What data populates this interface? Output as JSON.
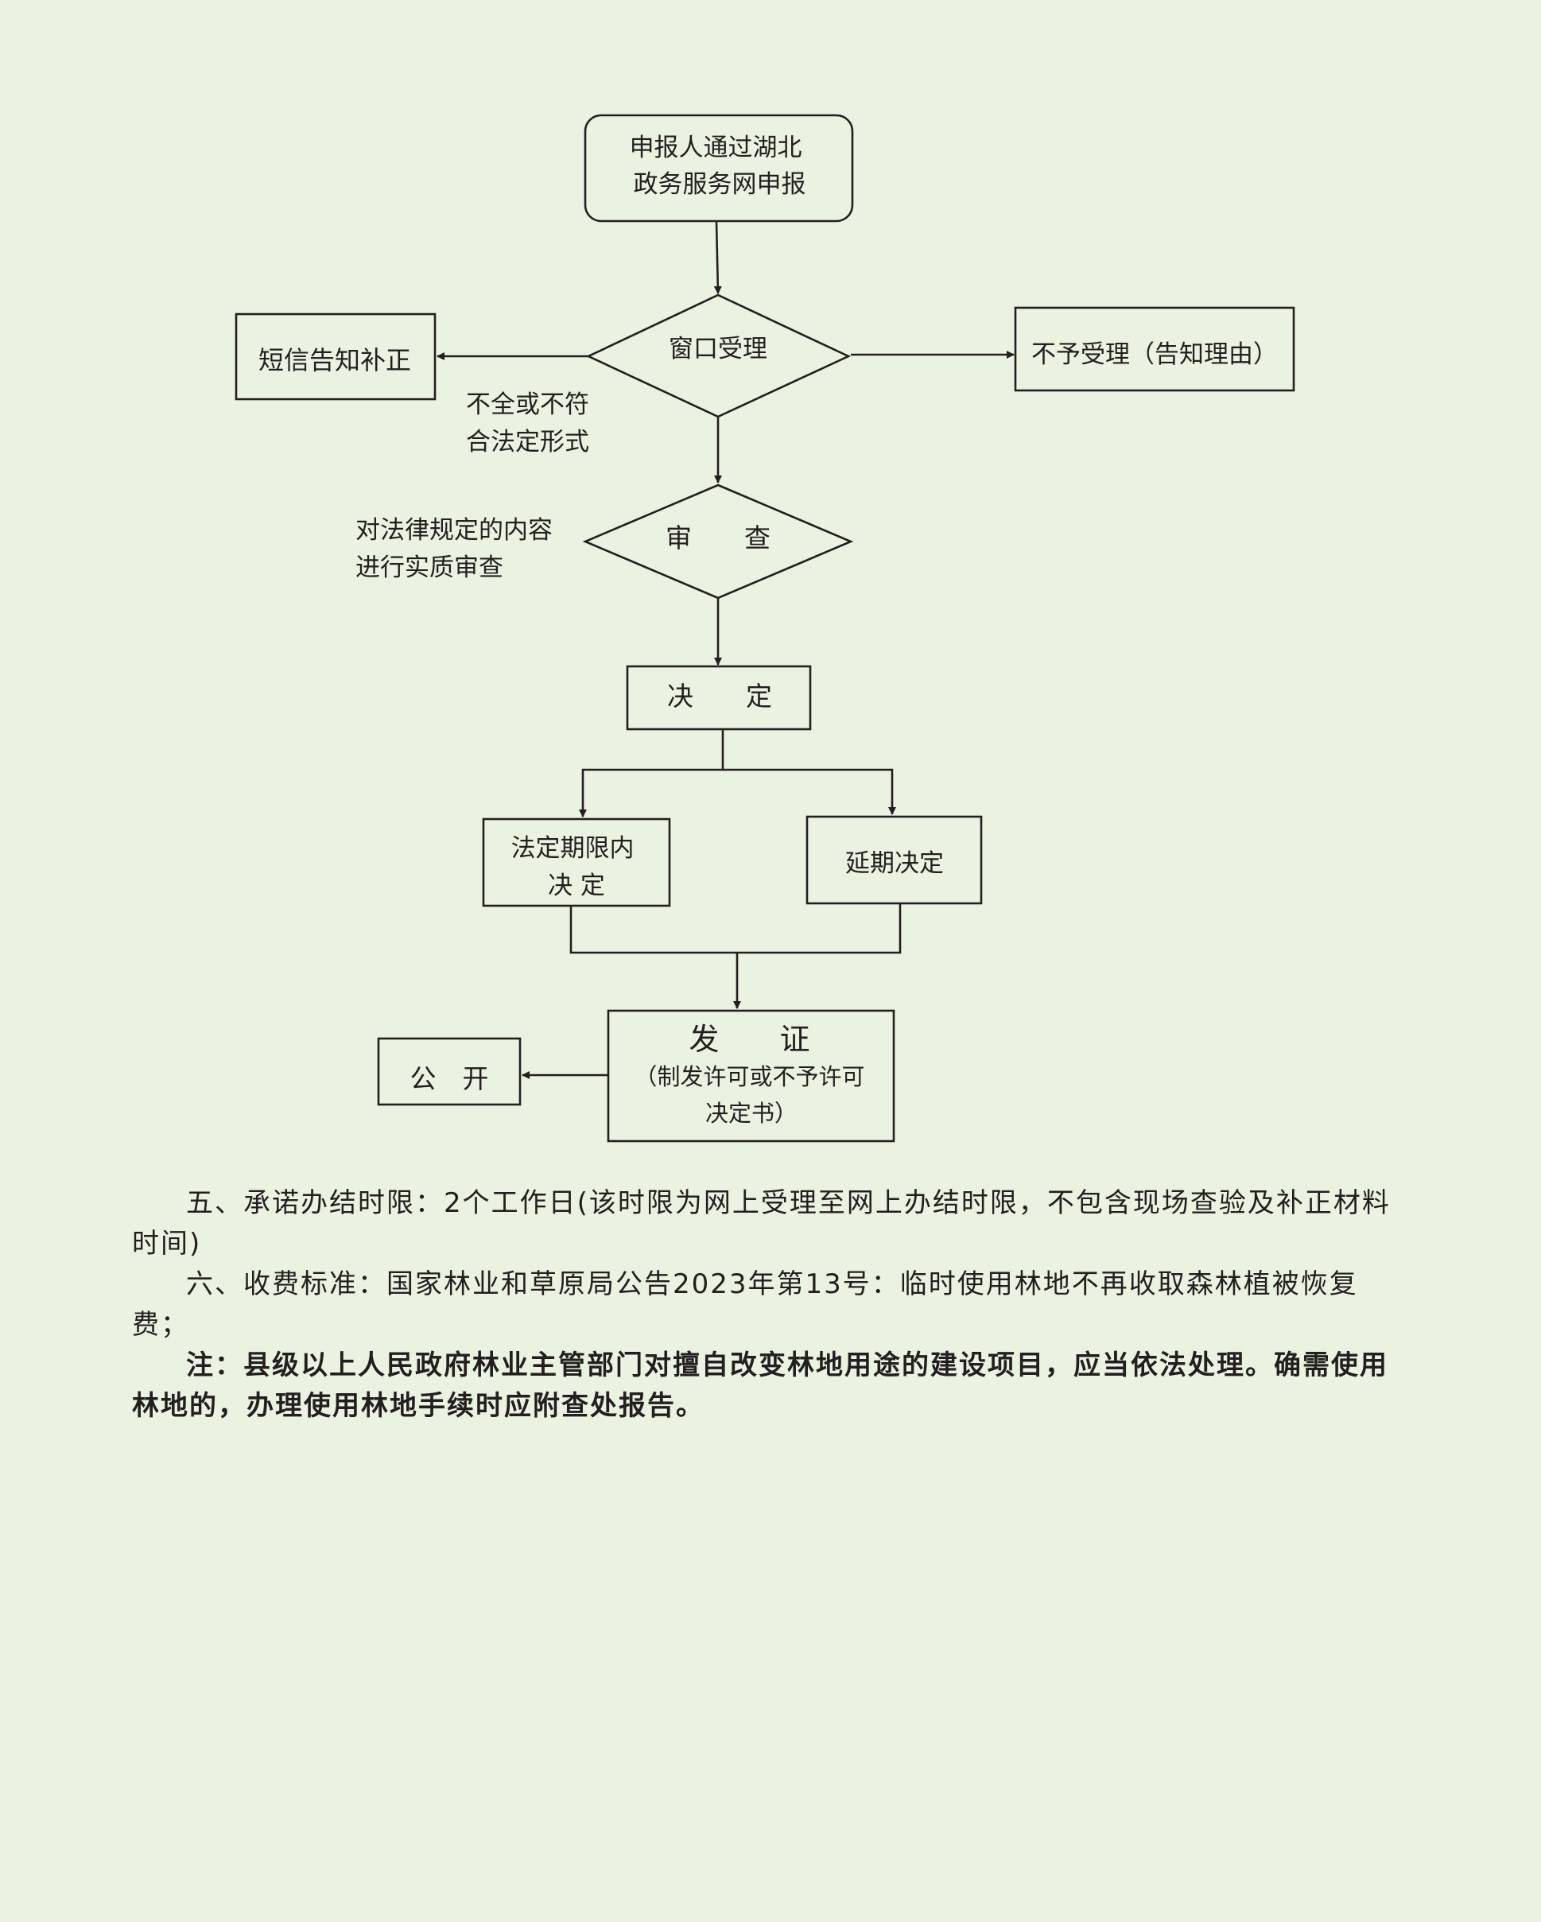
{
  "flowchart": {
    "start": [
      "申报人通过湖北",
      "政务服务网申报"
    ],
    "window_accept": "窗口受理",
    "sms_correction": "短信告知补正",
    "incomplete_note": [
      "不全或不符",
      "合法定形式"
    ],
    "not_accepted": "不予受理（告知理由）",
    "review": "审　　查",
    "review_note": [
      "对法律规定的内容",
      "进行实质审查"
    ],
    "decision": "决　　定",
    "within_limit": [
      "法定期限内",
      "决  定"
    ],
    "extended": "延期决定",
    "issue_cert": [
      "发　　证",
      "（制发许可或不予许可",
      "决定书）"
    ],
    "publish": "公　开"
  },
  "notes": {
    "item5": "五、承诺办结时限：2个工作日(该时限为网上受理至网上办结时限，不包含现场查验及补正材料时间)",
    "item6": "六、收费标准：国家林业和草原局公告2023年第13号：临时使用林地不再收取森林植被恢复费；",
    "note": "注：县级以上人民政府林业主管部门对擅自改变林地用途的建设项目，应当依法处理。确需使用林地的，办理使用林地手续时应附查处报告。"
  }
}
